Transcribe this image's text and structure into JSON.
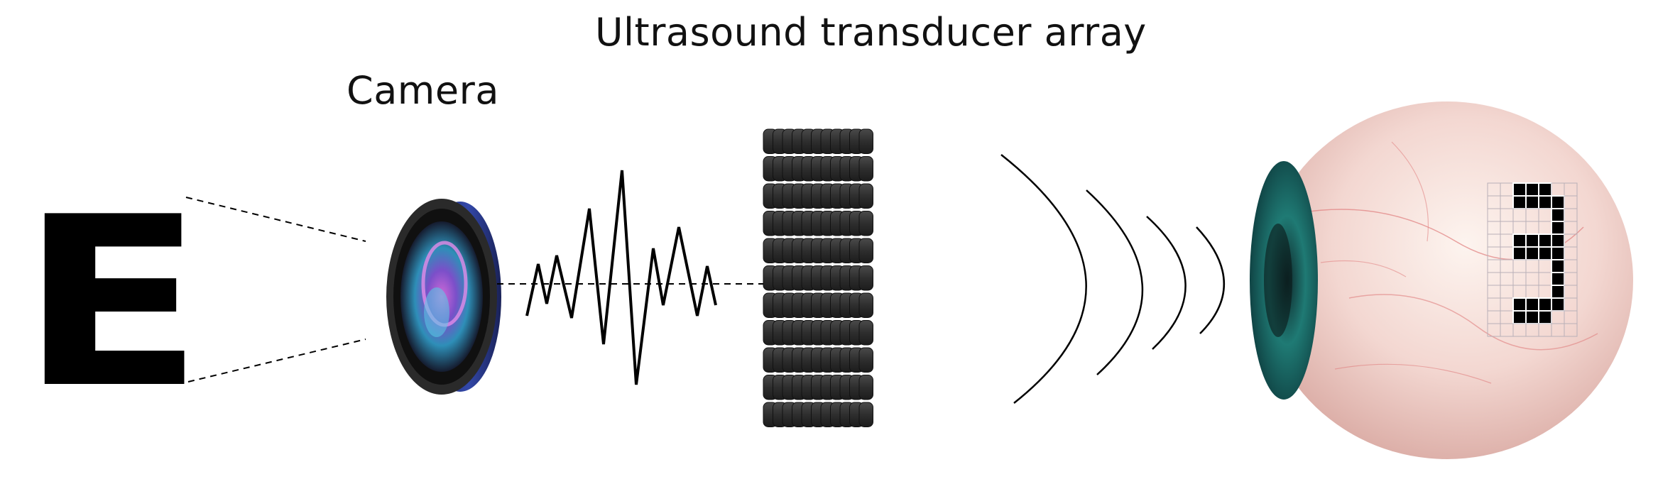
{
  "labels": {
    "array": "Ultrasound transducer array",
    "camera": "Camera"
  },
  "visual_stimulus": {
    "letter": "E"
  },
  "retina_pattern": {
    "depicted_character": "3"
  },
  "colors": {
    "line": "#000000",
    "transducer_element": "#3a3a3a",
    "lens_rim": "#2b3a8c",
    "iris": "#1e6b6b",
    "eyeball": "#f4d6d0"
  },
  "icons": [
    "camera-lens-icon",
    "ultrasound-wave-icon",
    "transducer-array-icon",
    "eyeball-icon"
  ]
}
